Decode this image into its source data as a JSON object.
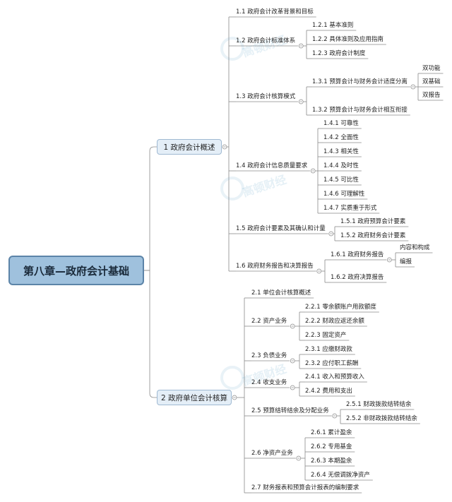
{
  "root": "第八章—政府会计基础",
  "watermark": "高顿财经",
  "branches": [
    {
      "label": "1  政府会计概述",
      "children": [
        {
          "label": "1.1  政府会计改革背景和目标",
          "children": []
        },
        {
          "label": "1.2  政府会计标准体系",
          "children": [
            {
              "label": "1.2.1  基本准则",
              "children": []
            },
            {
              "label": "1.2.2  具体准则及应用指南",
              "children": []
            },
            {
              "label": "1.2.3  政府会计制度",
              "children": []
            }
          ]
        },
        {
          "label": "1.3  政府会计核算模式",
          "children": [
            {
              "label": "1.3.1  预算会计与财务会计适度分离",
              "children": [
                {
                  "label": "双功能"
                },
                {
                  "label": "双基础"
                },
                {
                  "label": "双报告"
                }
              ]
            },
            {
              "label": "1.3.2  预算会计与财务会计相互衔接",
              "children": []
            }
          ]
        },
        {
          "label": "1.4  政府会计信息质量要求",
          "children": [
            {
              "label": "1.4.1  可靠性",
              "children": []
            },
            {
              "label": "1.4.2  全面性",
              "children": []
            },
            {
              "label": "1.4.3  相关性",
              "children": []
            },
            {
              "label": "1.4.4  及时性",
              "children": []
            },
            {
              "label": "1.4.5  可比性",
              "children": []
            },
            {
              "label": "1.4.6  可理解性",
              "children": []
            },
            {
              "label": "1.4.7  实质重于形式",
              "children": []
            }
          ]
        },
        {
          "label": "1.5  政府会计要素及其确认和计量",
          "children": [
            {
              "label": "1.5.1  政府预算会计要素",
              "children": []
            },
            {
              "label": "1.5.2  政府财务会计要素",
              "children": []
            }
          ]
        },
        {
          "label": "1.6  政府财务报告和决算报告",
          "children": [
            {
              "label": "1.6.1  政府财务报告",
              "children": [
                {
                  "label": "内容和构成"
                },
                {
                  "label": "编报"
                }
              ]
            },
            {
              "label": "1.6.2  政府决算报告",
              "children": []
            }
          ]
        }
      ]
    },
    {
      "label": "2  政府单位会计核算",
      "children": [
        {
          "label": "2.1  单位会计核算概述",
          "children": []
        },
        {
          "label": "2.2  资产业务",
          "children": [
            {
              "label": "2.2.1  零余额账户用款额度",
              "children": []
            },
            {
              "label": "2.2.2  财政应返还余额",
              "children": []
            },
            {
              "label": "2.2.3  固定资产",
              "children": []
            }
          ]
        },
        {
          "label": "2.3  负债业务",
          "children": [
            {
              "label": "2.3.1  应缴财政款",
              "children": []
            },
            {
              "label": "2.3.2  应付职工薪酬",
              "children": []
            }
          ]
        },
        {
          "label": "2.4  收支业务",
          "children": [
            {
              "label": "2.4.1  收入和预算收入",
              "children": []
            },
            {
              "label": "2.4.2  费用和支出",
              "children": []
            }
          ]
        },
        {
          "label": "2.5  预算结转结余及分配业务",
          "children": [
            {
              "label": "2.5.1  财政拨款结转结余",
              "children": []
            },
            {
              "label": "2.5.2  非财政拨款结转结余",
              "children": []
            }
          ]
        },
        {
          "label": "2.6  净资产业务",
          "children": [
            {
              "label": "2.6.1  累计盈余",
              "children": []
            },
            {
              "label": "2.6.2  专用基金",
              "children": []
            },
            {
              "label": "2.6.3  本期盈余",
              "children": []
            },
            {
              "label": "2.6.4  无偿调拨净资产",
              "children": []
            }
          ]
        },
        {
          "label": "2.7  财务报表和预算会计报表的编制要求",
          "children": []
        }
      ]
    }
  ]
}
